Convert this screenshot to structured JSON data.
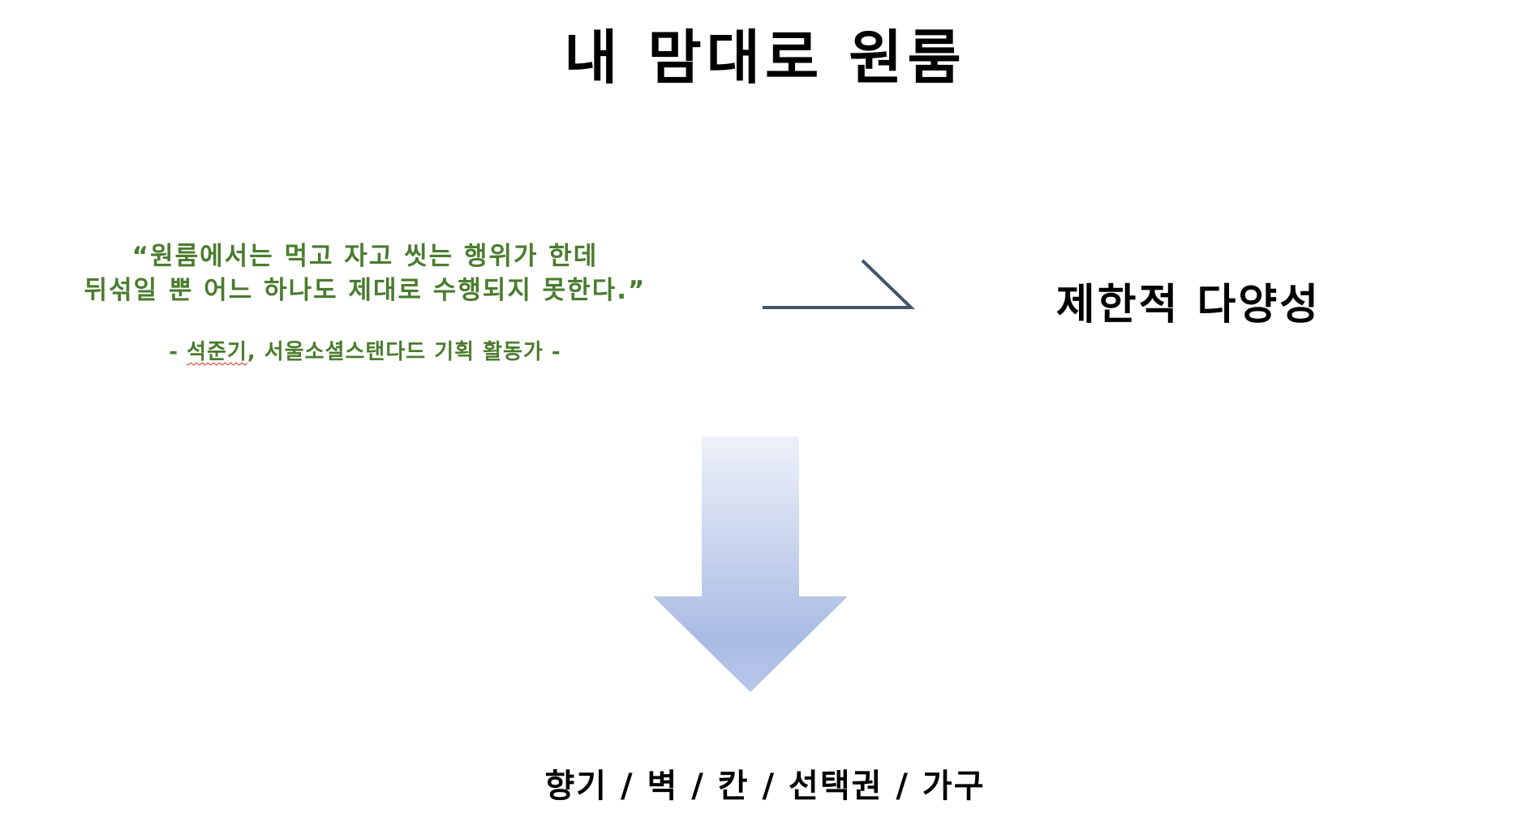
{
  "slide": {
    "title": "내 맘대로 원룸"
  },
  "quote": {
    "line1": "“원룸에서는 먹고 자고 씻는 행위가 한데",
    "line2": "뒤섞일 뿐 어느 하나도 제대로 수행되지 못한다.”",
    "author_prefix": "- ",
    "author_name": "석준기",
    "author_suffix": ", 서울소셜스탠다드 기획 활동가 -",
    "color": "#4a7c2e"
  },
  "keyword": {
    "text": "제한적 다양성"
  },
  "elements": {
    "text": "향기 / 벽 / 칸 / 선택권 / 가구"
  },
  "icons": {
    "bent_arrow": "bent-arrow-right-icon",
    "down_arrow": "gradient-down-arrow-icon"
  },
  "colors": {
    "arrow_line": "#44546a",
    "down_arrow_top": "#eef1f9",
    "down_arrow_bottom": "#a9bbe4",
    "accent_green": "#4a7c2e"
  }
}
